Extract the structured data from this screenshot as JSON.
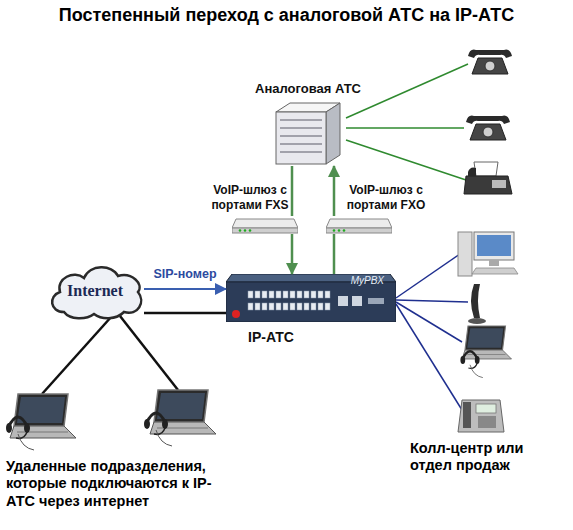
{
  "diagram": {
    "title": "Постепенный переход с аналоговой АТС на IP-АТС",
    "nodes": [
      {
        "text": [
          "Аналоговая АТС"
        ]
      },
      {
        "text": [
          "VoIP-шлюз с портами FXS"
        ]
      },
      {
        "text": [
          "VoIP-шлюз с портами FXO"
        ]
      },
      {
        "text": [
          "Internet"
        ]
      },
      {
        "text": [
          "MyPBX",
          "IP-АТС"
        ]
      }
    ],
    "edges": [
      {
        "from": 0,
        "to": 1,
        "arrow": "none"
      },
      {
        "from": 1,
        "to": 4,
        "arrow": "to"
      },
      {
        "from": 4,
        "to": 2,
        "arrow": "none"
      },
      {
        "from": 2,
        "to": 0,
        "arrow": "to"
      },
      {
        "from": 3,
        "to": 4,
        "label": "SIP-номер",
        "arrow": "to"
      },
      {
        "from": 3,
        "to": 4,
        "arrow": "none"
      }
    ],
    "labels": [
      "Удаленные подразделения, которые подключаются к IP-АТС через интернет",
      "Колл-центр или отдел продаж"
    ]
  }
}
